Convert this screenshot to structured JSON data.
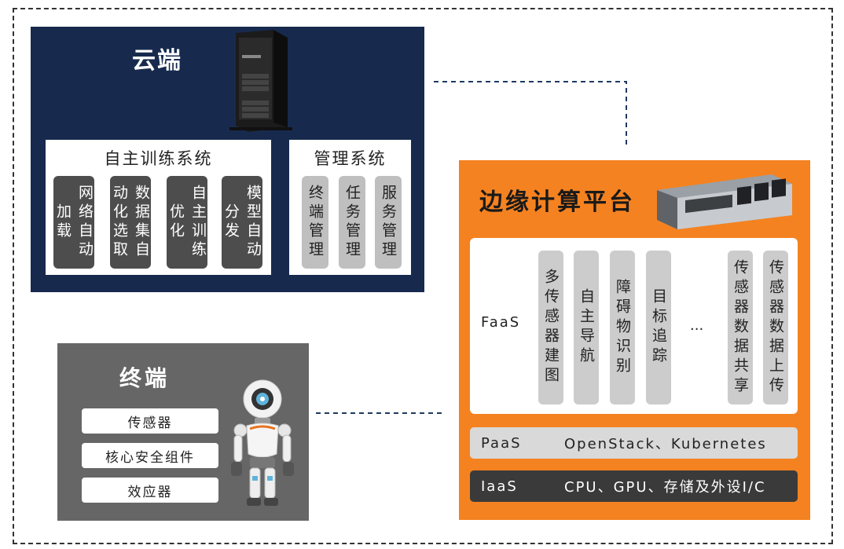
{
  "cloud": {
    "title": "云端",
    "training": {
      "heading": "自主训练系统",
      "items": [
        "网络自动加载",
        "数据集自动化选取",
        "自主训练优化",
        "模型自动分发"
      ]
    },
    "management": {
      "heading": "管理系统",
      "items": [
        "终端管理",
        "任务管理",
        "服务管理"
      ]
    }
  },
  "edge": {
    "title": "边缘计算平台",
    "faas": {
      "label": "FaaS",
      "items": [
        "多传感器建图",
        "自主导航",
        "障碍物识别",
        "目标追踪",
        "传感器数据共享",
        "传感器数据上传"
      ],
      "ellipsis": "..."
    },
    "paas": {
      "label": "PaaS",
      "value": "OpenStack、Kubernetes"
    },
    "iaas": {
      "label": "IaaS",
      "value": "CPU、GPU、存储及外设I/C"
    }
  },
  "terminal": {
    "title": "终端",
    "items": [
      "传感器",
      "核心安全组件",
      "效应器"
    ]
  },
  "colors": {
    "cloud_bg": "#172a4e",
    "edge_bg": "#f58220",
    "terminal_bg": "#666666"
  },
  "icons": [
    "server-tower-icon",
    "rack-server-icon",
    "robot-icon"
  ]
}
